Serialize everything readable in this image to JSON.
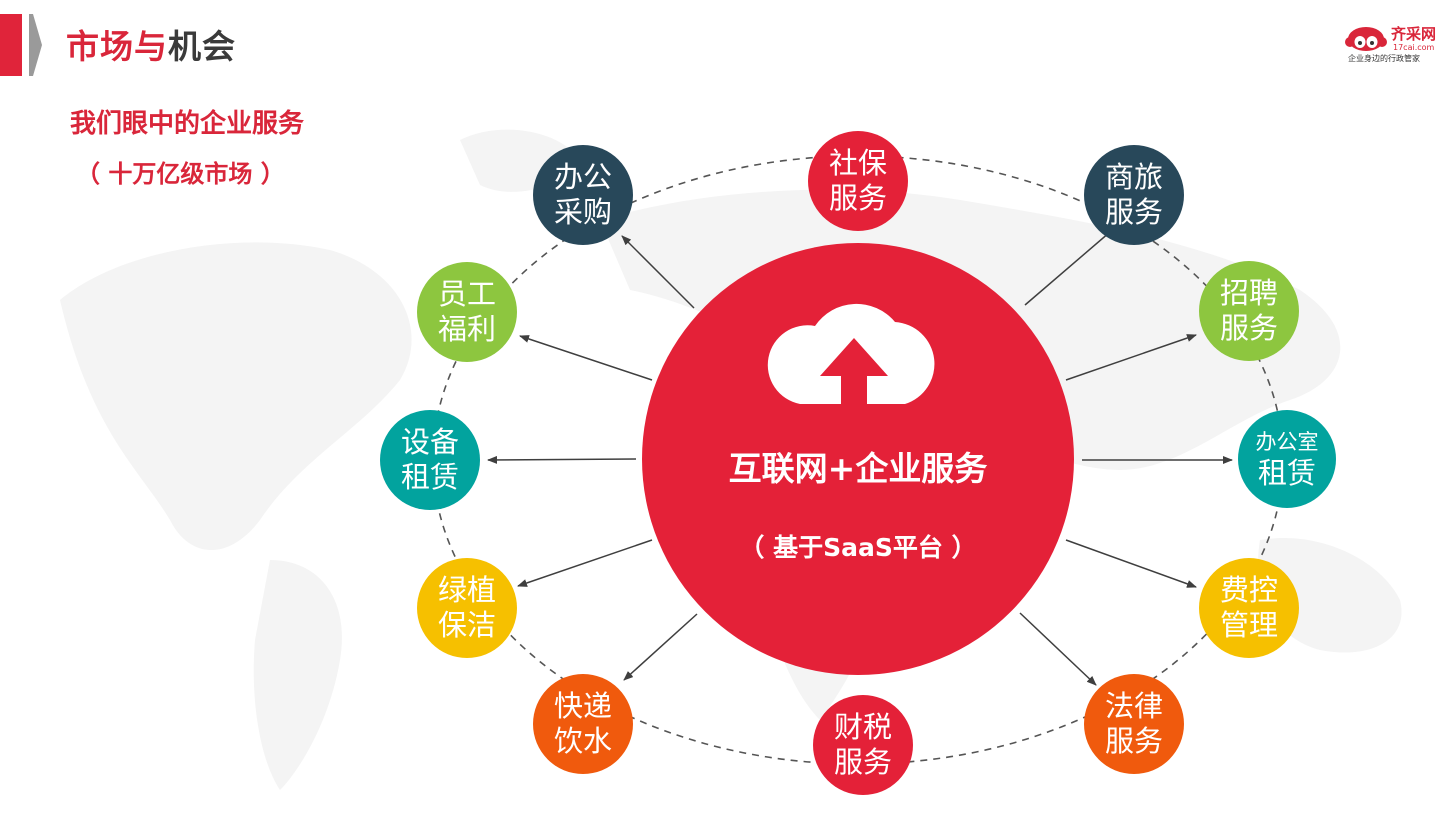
{
  "header": {
    "title_part1": "市场与",
    "title_part2": "机会",
    "subtitle": "我们眼中的企业服务",
    "subtitle_note": "（ 十万亿级市场 ）"
  },
  "logo": {
    "name": "齐采网",
    "domain": "17cai.com",
    "tagline": "企业身边的行政管家"
  },
  "hub": {
    "title": "互联网+企业服务",
    "subtitle": "（ 基于SaaS平台 ）"
  },
  "nodes": {
    "shebao": [
      "社保",
      "服务"
    ],
    "shanglv": [
      "商旅",
      "服务"
    ],
    "zhaopin": [
      "招聘",
      "服务"
    ],
    "bangongshi": [
      "办公室",
      "租赁"
    ],
    "feikong": [
      "费控",
      "管理"
    ],
    "falv": [
      "法律",
      "服务"
    ],
    "caishui": [
      "财税",
      "服务"
    ],
    "kuaidi": [
      "快递",
      "饮水"
    ],
    "lvzhi": [
      "绿植",
      "保洁"
    ],
    "shebei": [
      "设备",
      "租赁"
    ],
    "yuangong": [
      "员工",
      "福利"
    ],
    "bangong": [
      "办公",
      "采购"
    ]
  },
  "colors": {
    "brand_red": "#d9263a",
    "hub_red": "#e42138",
    "navy": "#28485a",
    "green": "#8dc63f",
    "teal": "#02a39e",
    "yellow": "#f6c000",
    "orange": "#f05a0d"
  },
  "icons": {
    "hub": "cloud-upload-icon",
    "logo": "monkey-face-icon"
  }
}
